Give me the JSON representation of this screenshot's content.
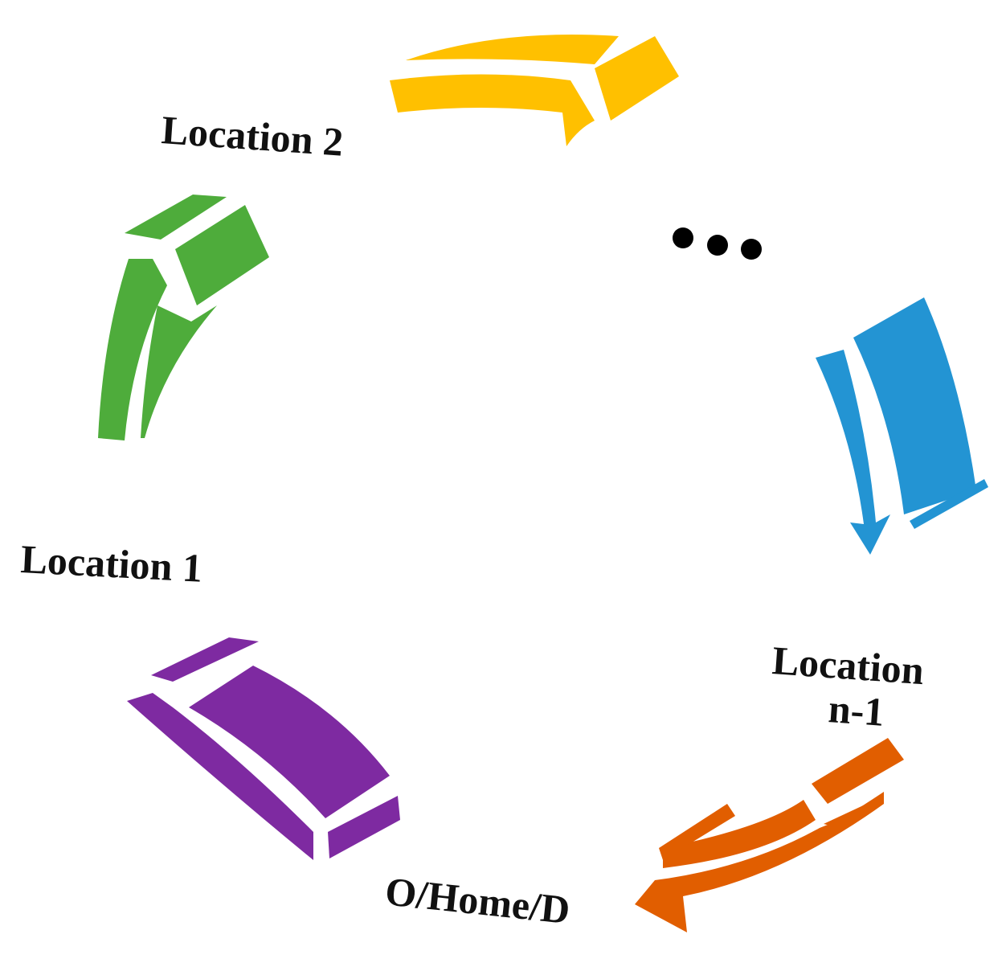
{
  "labels": {
    "location_2": "Location 2",
    "location_1": "Location 1",
    "location_n_minus_1_line1": "Location",
    "location_n_minus_1_line2": "n-1",
    "origin_home_destination": "O/Home/D"
  },
  "colors": {
    "yellow": "#FFC000",
    "green": "#4EAC3B",
    "blue": "#2394D3",
    "orange": "#E15E00",
    "purple": "#7E2AA1",
    "dots": "#000000",
    "text": "#111111"
  },
  "arrows": [
    {
      "name": "arrow-top",
      "color_key": "yellow"
    },
    {
      "name": "arrow-upper-left",
      "color_key": "green"
    },
    {
      "name": "arrow-right",
      "color_key": "blue"
    },
    {
      "name": "arrow-lower-right",
      "color_key": "orange"
    },
    {
      "name": "arrow-lower-left",
      "color_key": "purple"
    }
  ]
}
